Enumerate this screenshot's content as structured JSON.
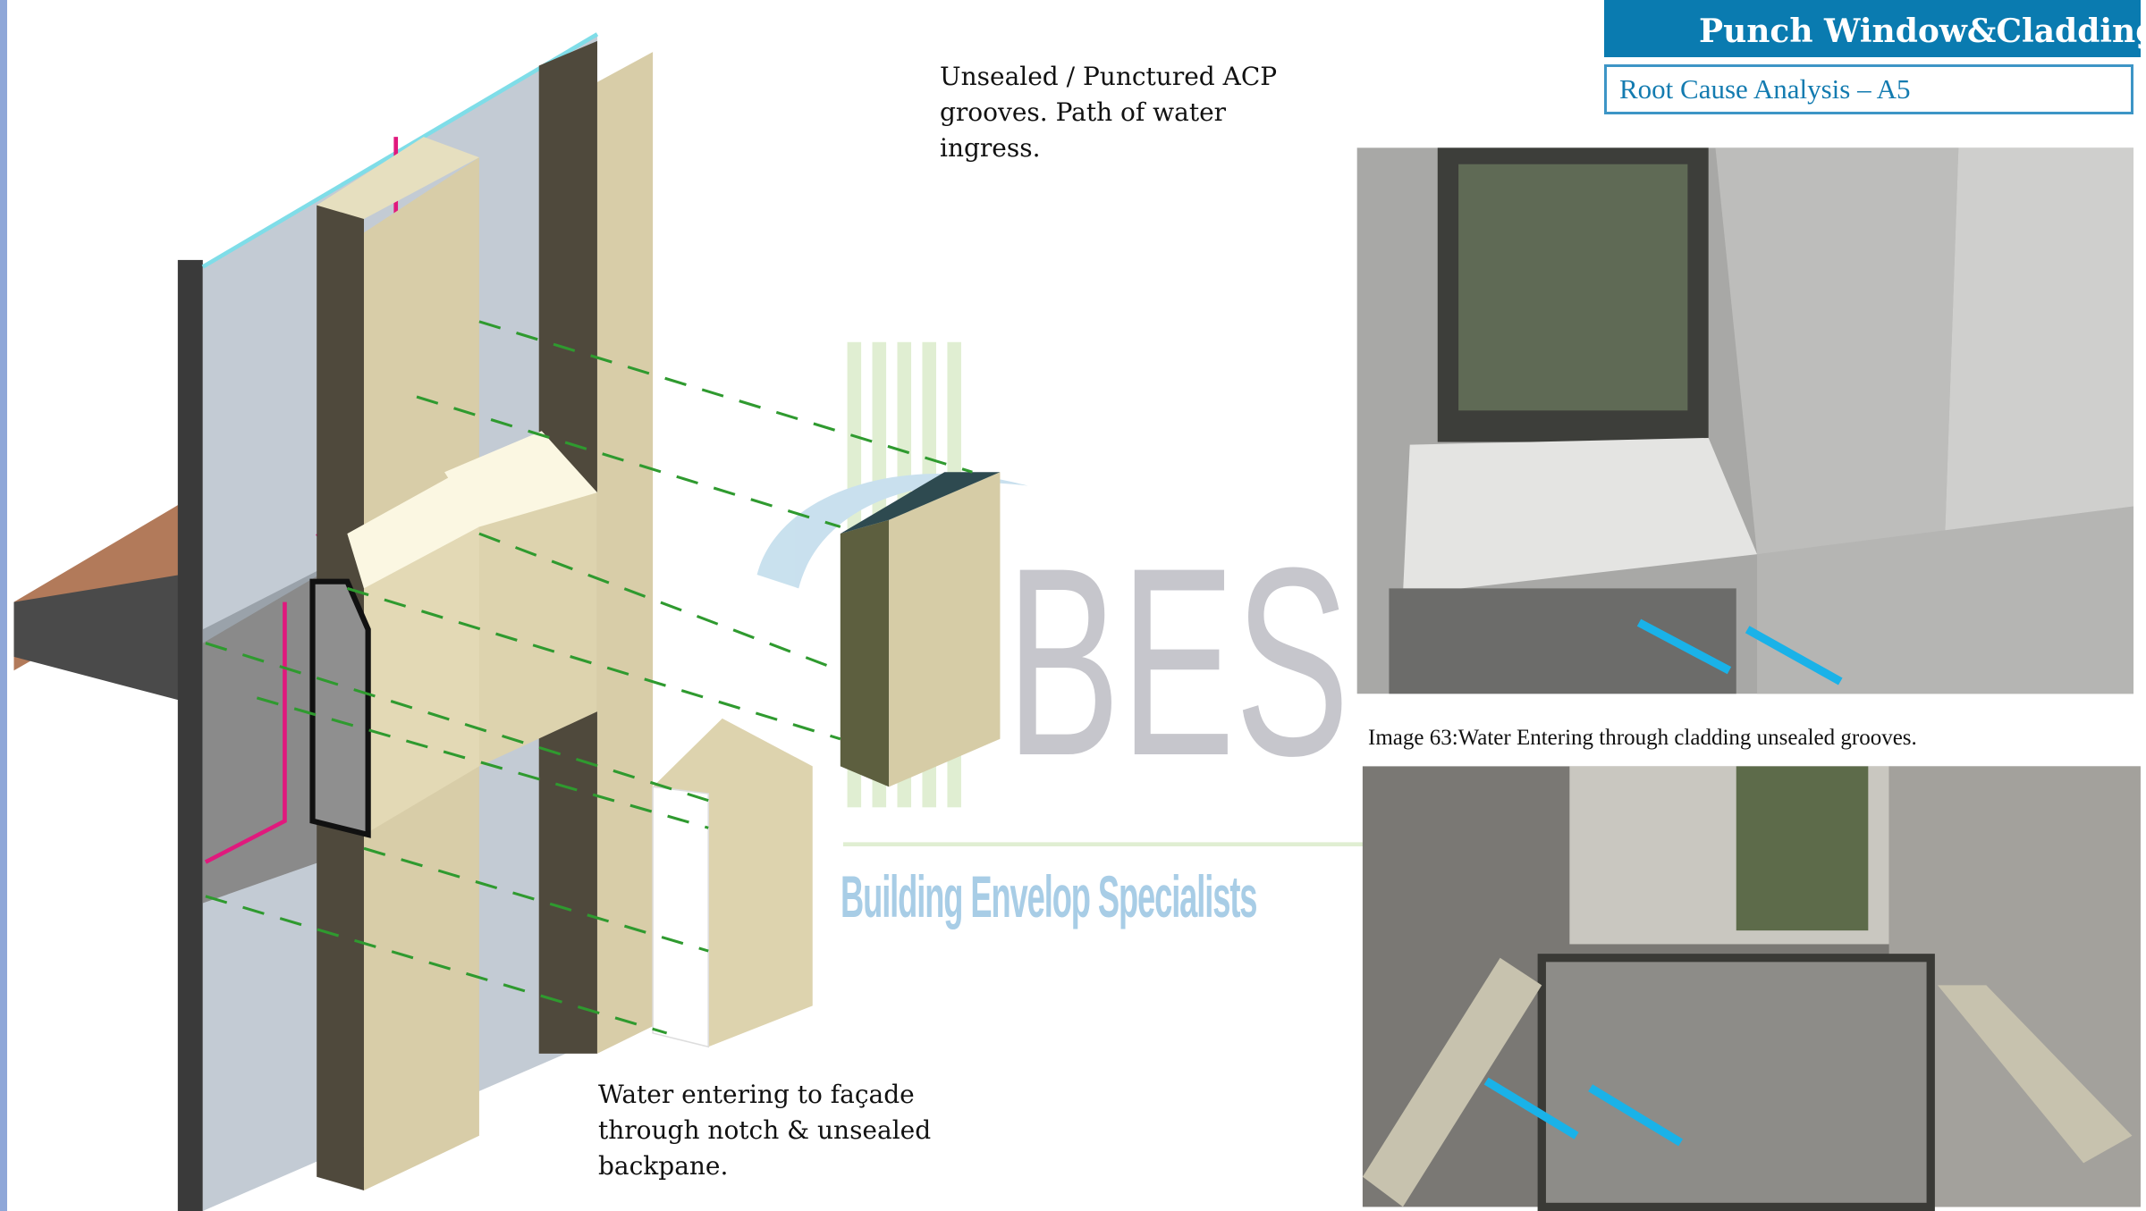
{
  "header": {
    "title": "Punch Window&Cladding",
    "subtitle": "Root Cause Analysis – A5",
    "title_bg": "#0a7bb0"
  },
  "annotations": {
    "grooves_note": "Unsealed / Punctured ACP grooves. Path of water ingress.",
    "backpane_note": "Water entering to façade through notch & unsealed backpane."
  },
  "photos": {
    "caption": "Image 63:Water Entering through cladding unsealed grooves.",
    "arrow_color": "#1ab2e8"
  },
  "watermark": {
    "letters": "BES",
    "tagline": "Building Envelop Specialists"
  }
}
